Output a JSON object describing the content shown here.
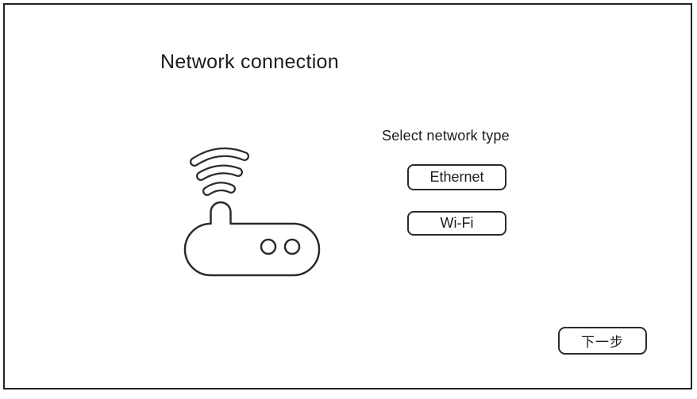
{
  "window": {
    "title": "Network connection"
  },
  "panel": {
    "heading": "Select network type",
    "buttons": [
      {
        "label": "Ethernet"
      },
      {
        "label": "Wi-Fi"
      }
    ]
  },
  "footer": {
    "next_label": "下一步"
  },
  "illustration": {
    "icon": "wifi-router-icon"
  },
  "colors": {
    "ink": "#222222",
    "stroke": "#2b2b2b",
    "background": "#ffffff"
  }
}
